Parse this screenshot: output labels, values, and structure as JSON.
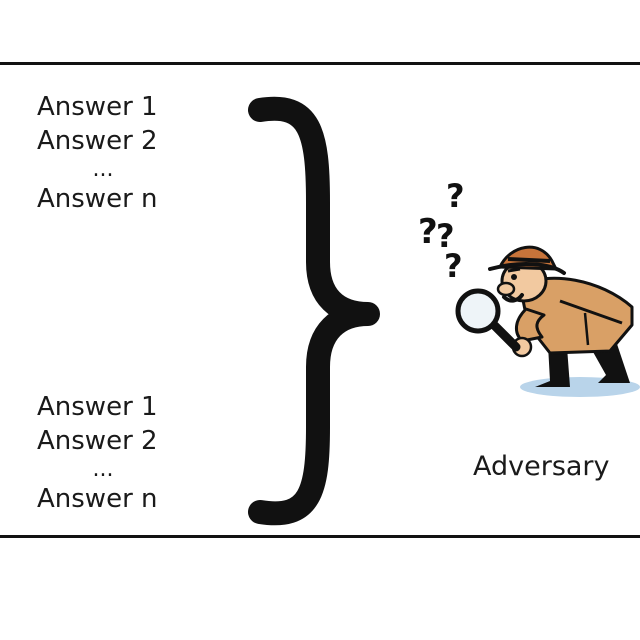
{
  "answers_top": {
    "line1": "Answer 1",
    "line2": "Answer 2",
    "ellipsis": "...",
    "line_n": "Answer n"
  },
  "answers_bottom": {
    "line1": "Answer 1",
    "line2": "Answer 2",
    "ellipsis": "...",
    "line_n": "Answer n"
  },
  "adversary": {
    "label": "Adversary",
    "icon": "detective-with-magnifying-glass-icon"
  },
  "colors": {
    "ink": "#111111",
    "coat": "#d9a066",
    "hat": "#c8743a",
    "shadow": "#b9d4ea"
  }
}
